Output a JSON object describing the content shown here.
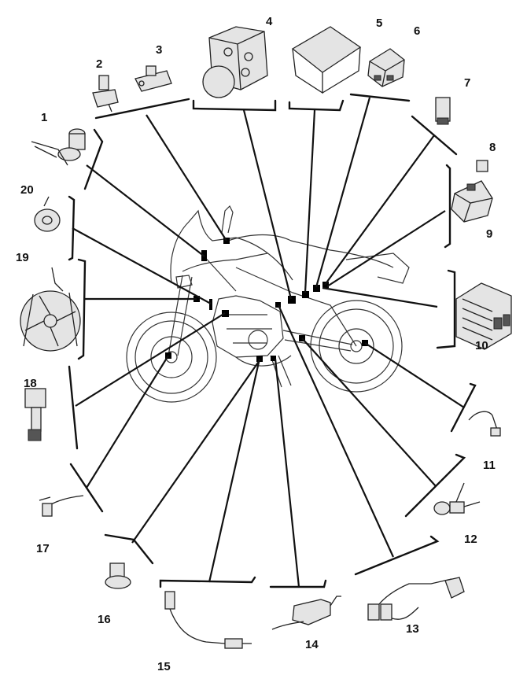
{
  "callouts": {
    "c1": "1",
    "c2": "2",
    "c3": "3",
    "c4": "4",
    "c5": "5",
    "c6": "6",
    "c7": "7",
    "c8": "8",
    "c9": "9",
    "c10": "10",
    "c11": "11",
    "c12": "12",
    "c13": "13",
    "c14": "14",
    "c15": "15",
    "c16": "16",
    "c17": "17",
    "c18": "18",
    "c19": "19",
    "c20": "20"
  },
  "colors": {
    "ink": "#111111",
    "part_fill": "#e4e4e4",
    "marker": "#000000"
  }
}
